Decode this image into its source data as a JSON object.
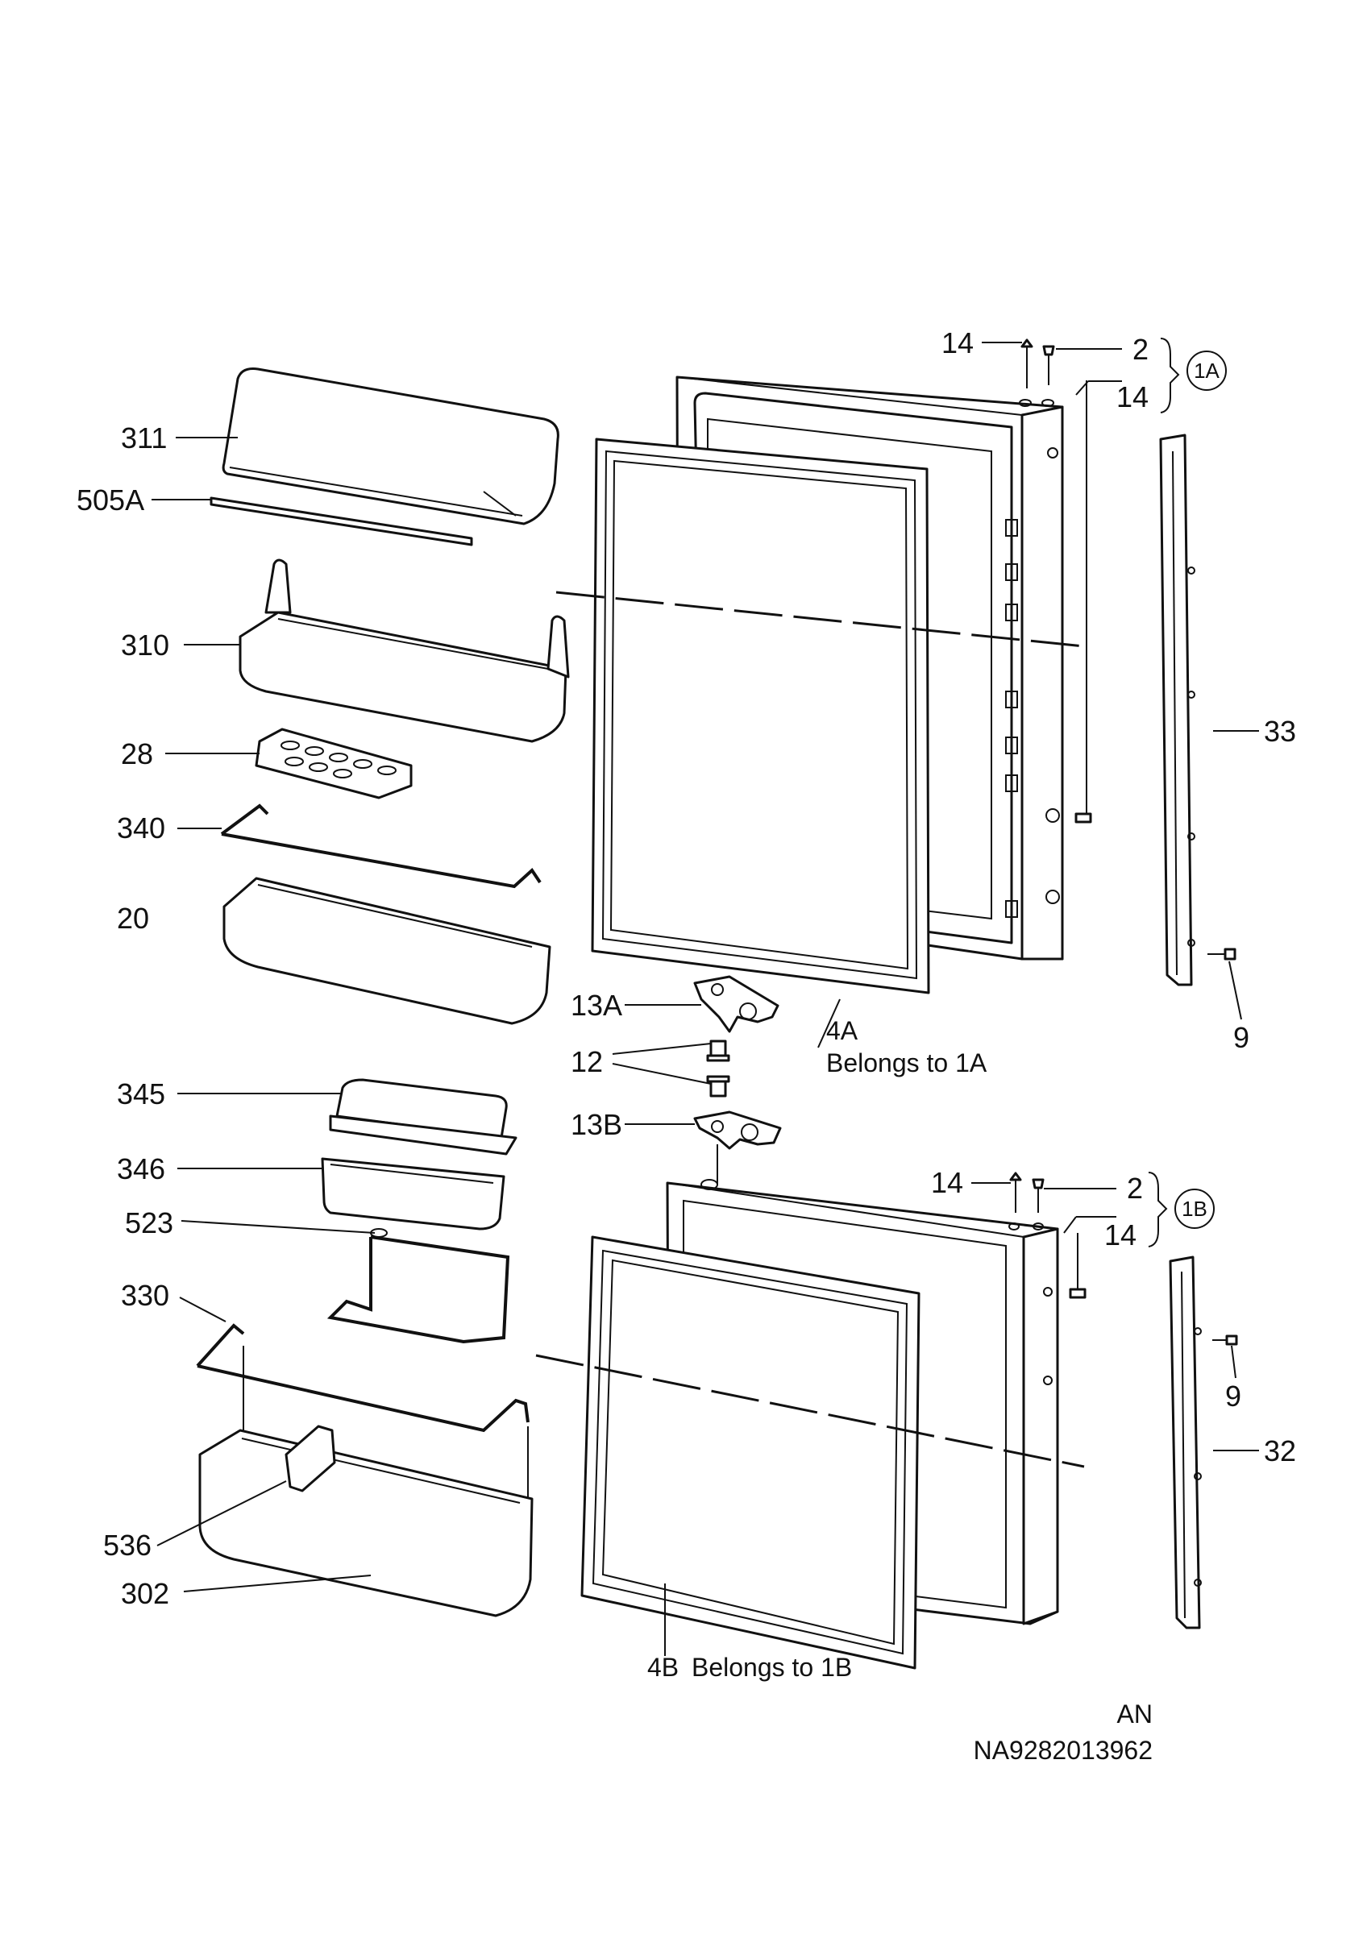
{
  "labels": {
    "l311": "311",
    "l505a": "505A",
    "l310": "310",
    "l28": "28",
    "l340": "340",
    "l20": "20",
    "l345": "345",
    "l346": "346",
    "l523": "523",
    "l330": "330",
    "l536": "536",
    "l302": "302",
    "l13a": "13A",
    "l12": "12",
    "l13b": "13B",
    "l4a": "4A",
    "l4a_note": "Belongs to 1A",
    "l4b": "4B",
    "l4b_note": "Belongs to 1B",
    "l14_top_a": "14",
    "l2_a": "2",
    "l14_side_a": "14",
    "l1a": "1A",
    "l33": "33",
    "l9_a": "9",
    "l14_top_b": "14",
    "l2_b": "2",
    "l14_side_b": "14",
    "l1b": "1B",
    "l9_b": "9",
    "l32": "32"
  },
  "footer": {
    "code": "AN",
    "drawing_number": "NA9282013962"
  }
}
